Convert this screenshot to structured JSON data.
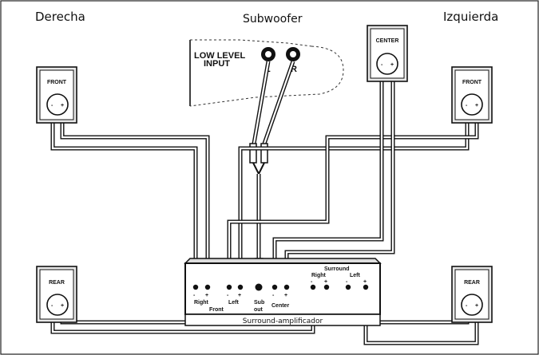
{
  "labels": {
    "left_title": "Derecha",
    "center_title": "Subwoofer",
    "right_title": "Izquierda",
    "low_level_line1": "LOW LEVEL",
    "low_level_line2": "INPUT",
    "jack_l": "L",
    "jack_r": "R"
  },
  "speakers": {
    "front_left": "FRONT",
    "front_right": "FRONT",
    "center": "CENTER",
    "rear_left": "REAR",
    "rear_right": "REAR",
    "minus": "-",
    "plus": "+"
  },
  "amplifier": {
    "name": "Surround-amplificador",
    "right": "Right",
    "front": "Front",
    "left": "Left",
    "sub": "Sub",
    "out": "out",
    "center": "Center",
    "surround": "Surround",
    "surround_right": "Right",
    "surround_left": "Left",
    "minus": "-",
    "plus": "+"
  },
  "colors": {
    "line": "#111111",
    "background": "#ffffff",
    "speaker_fill": "#e8e8e8"
  }
}
